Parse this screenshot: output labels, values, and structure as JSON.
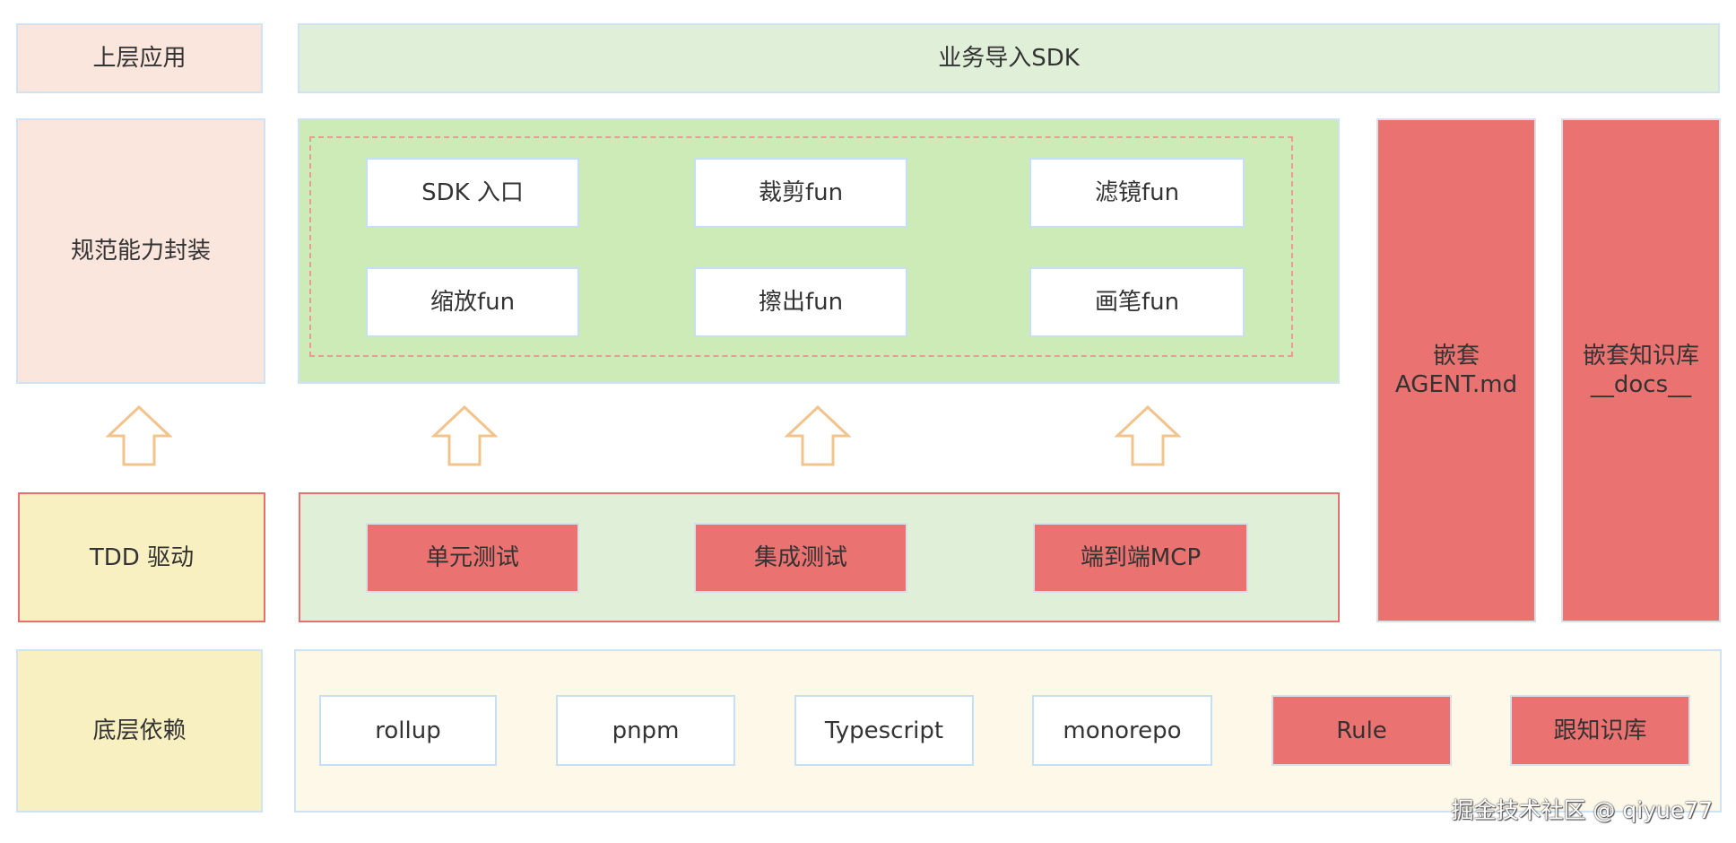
{
  "layers": {
    "upper_app": "上层应用",
    "spec_encapsulation": "规范能力封装",
    "tdd_driven": "TDD 驱动",
    "underlying_deps": "底层依赖"
  },
  "business_sdk": "业务导入SDK",
  "sdk_functions": [
    "SDK 入口",
    "裁剪fun",
    "滤镜fun",
    "缩放fun",
    "擦出fun",
    "画笔fun"
  ],
  "tests": [
    "单元测试",
    "集成测试",
    "端到端MCP"
  ],
  "nested_agent": {
    "line1": "嵌套",
    "line2": "AGENT.md"
  },
  "nested_kb": {
    "line1": "嵌套知识库",
    "line2": "__docs__"
  },
  "deps": [
    "rollup",
    "pnpm",
    "Typescript",
    "monorepo",
    "Rule",
    "跟知识库"
  ],
  "watermark": "掘金技术社区 @ qiyue77",
  "colors": {
    "peach": "#fae6dc",
    "light_green": "#e0f0d8",
    "green": "#cdebb6",
    "yellow": "#f8f0c0",
    "cream": "#fdf8e8",
    "red": "#ea7270",
    "arrow": "#f2c48c"
  }
}
